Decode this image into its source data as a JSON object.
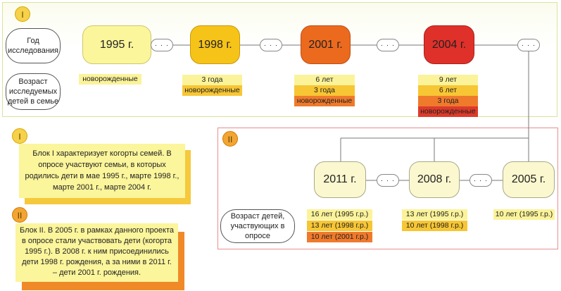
{
  "block1": {
    "badge": "I",
    "row_labels": {
      "year": "Год исследования",
      "age": "Возраст исследуемых детей в семье"
    },
    "years": [
      "1995 г.",
      "1998 г.",
      "2001 г.",
      "2004 г."
    ],
    "dots": "· · ·",
    "ages": [
      [
        "новорожденные"
      ],
      [
        "3 года",
        "новорожденные"
      ],
      [
        "6 лет",
        "3 года",
        "новорожденные"
      ],
      [
        "9 лет",
        "6 лет",
        "3 года",
        "новорожденные"
      ]
    ]
  },
  "block2": {
    "badge": "II",
    "row_label": "Возраст детей, участвующих в опросе",
    "years": [
      "2011 г.",
      "2008 г.",
      "2005 г."
    ],
    "ages": [
      [
        "16 лет (1995 г.р.)",
        "13 лет (1998 г.р.)",
        "10 лет (2001 г.р.)"
      ],
      [
        "13 лет (1995 г.р.)",
        "10 лет (1998 г.р.)"
      ],
      [
        "10 лет (1995 г.р.)"
      ]
    ]
  },
  "notes": {
    "note1_badge": "I",
    "note1": "Блок I характеризует когорты семей. В опросе участвуют семьи, в которых родились дети в мае 1995 г., марте 1998 г., марте 2001 г., марте 2004 г.",
    "note2_badge": "II",
    "note2": "Блок II. В 2005 г. в рамках данного проекта в опросе стали участвовать дети (когорта 1995 г.). В 2008 г. к ним присоединились дети 1998 г. рождения, а за ними в 2011 г. – дети 2001 г. рождения."
  },
  "colors": {
    "yellow_light": "#fbf39a",
    "yellow": "#f7c634",
    "orange": "#ef7a2c",
    "red": "#dd3a2a",
    "frame1": "#d9e39a",
    "frame2": "#e88f8f"
  }
}
